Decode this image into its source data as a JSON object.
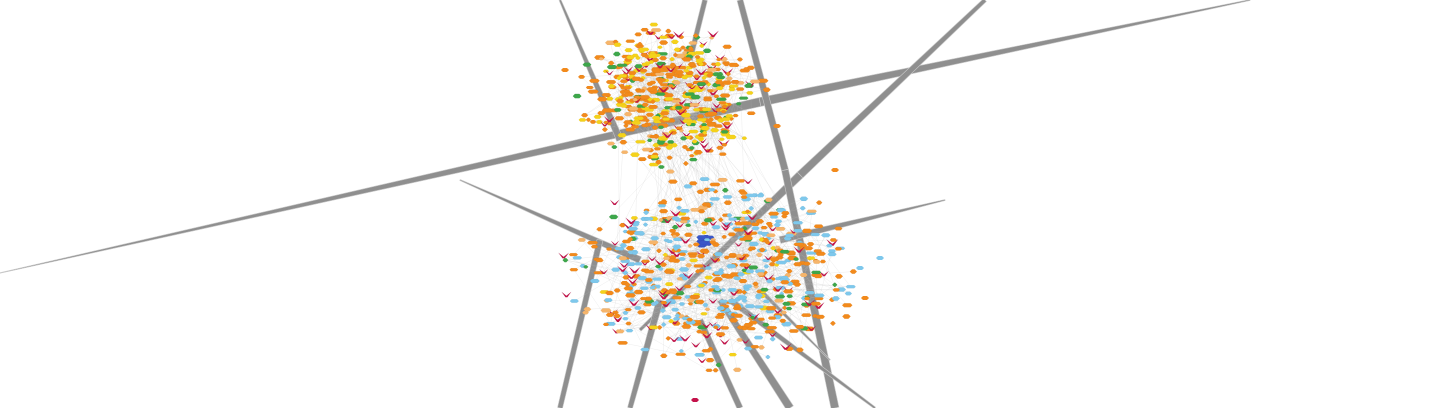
{
  "diagram": {
    "type": "network-graph",
    "background": "#ffffff",
    "edge_color": "#b8b8b8",
    "long_edge_color": "#8f8f8f",
    "clusters": [
      {
        "name": "upper",
        "node_count": 520
      },
      {
        "name": "lower",
        "node_count": 680
      }
    ],
    "node_colors": {
      "orange": "#f28a1c",
      "light_orange": "#f6b56b",
      "yellow": "#f5d21a",
      "green": "#3da64a",
      "light_blue": "#7ec8ec",
      "blue": "#3a57c9",
      "crimson": "#c4124a"
    },
    "node_shapes": [
      "hexagon",
      "v-shape"
    ],
    "labels_legible": false
  }
}
